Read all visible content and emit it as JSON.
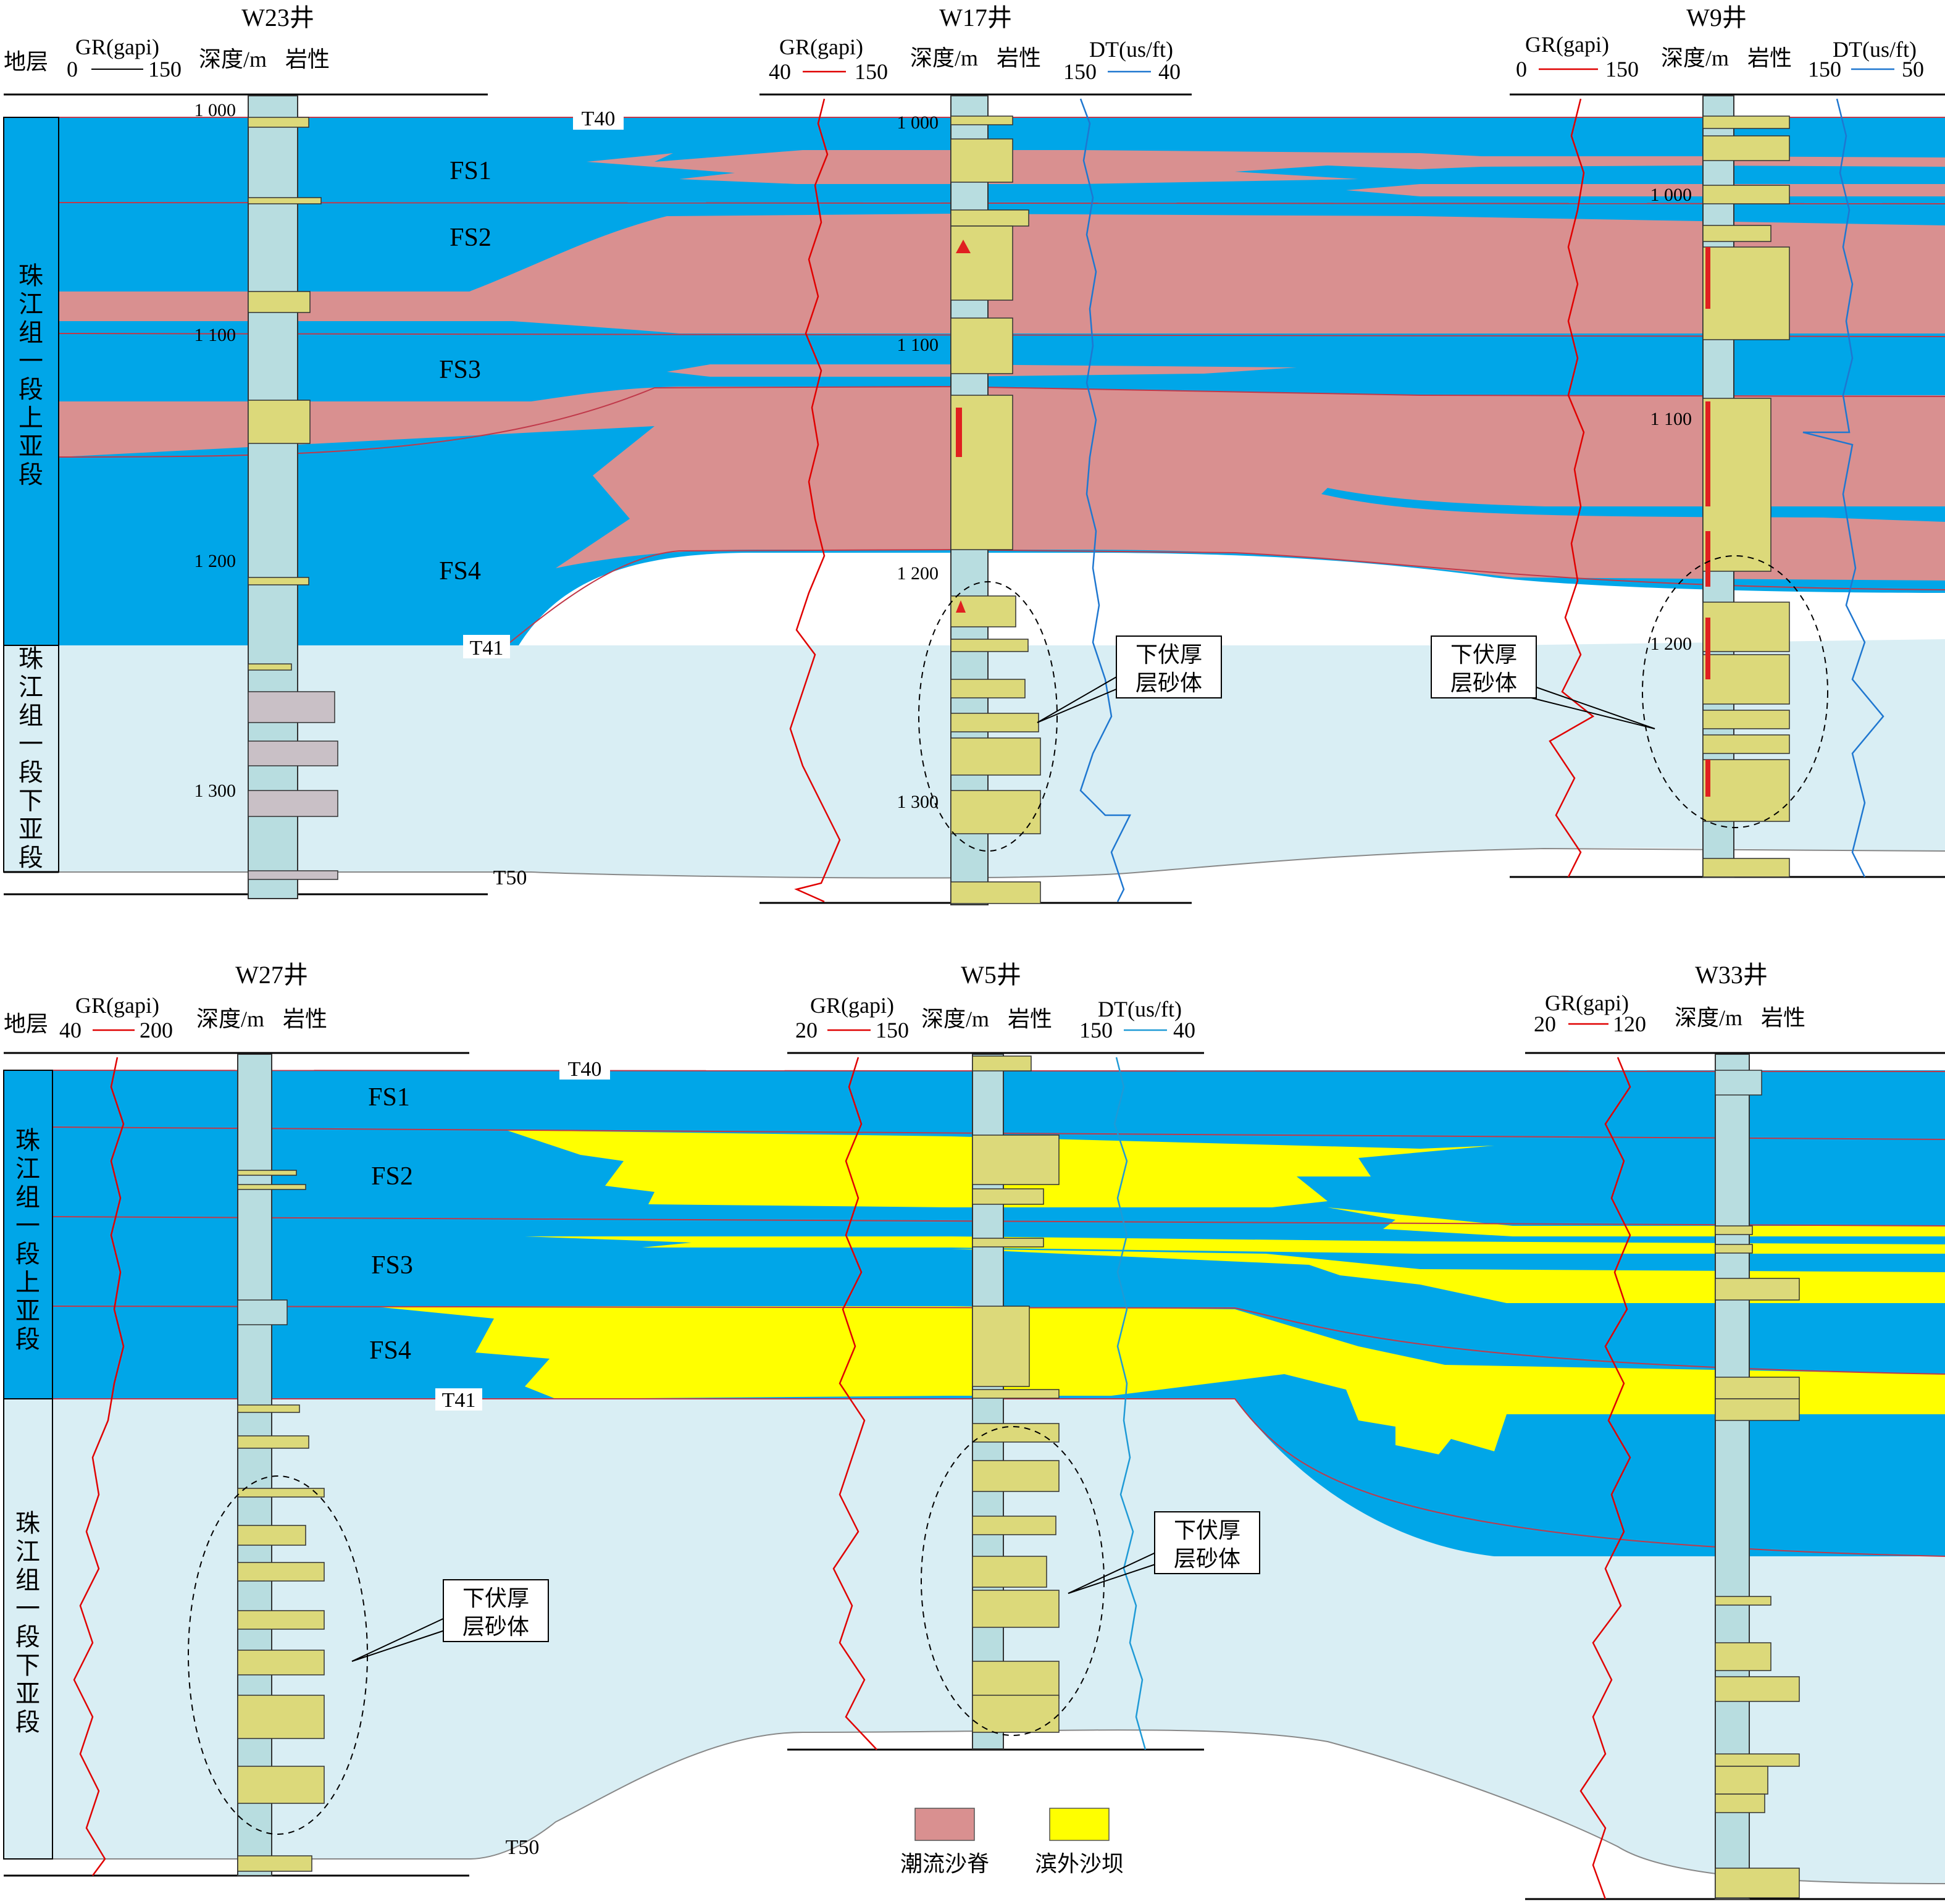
{
  "panels": [
    {
      "id": "top",
      "wells": [
        {
          "name": "W23井",
          "curves": [
            {
              "name": "GR(gapi)",
              "min": "0",
              "max": "150",
              "color": "#000000"
            }
          ],
          "col_labels": [
            "深度/m",
            "岩性"
          ],
          "depths": [
            "1 000",
            "1 100",
            "1 200",
            "1 300"
          ]
        },
        {
          "name": "W17井",
          "curves": [
            {
              "name": "GR(gapi)",
              "min": "40",
              "max": "150",
              "color": "#e00000"
            },
            {
              "name": "DT(us/ft)",
              "min": "150",
              "max": "40",
              "color": "#1f77d0"
            }
          ],
          "col_labels": [
            "深度/m",
            "岩性"
          ],
          "depths": [
            "1 000",
            "1 100",
            "1 200",
            "1 300"
          ],
          "annotation": [
            "下伏厚",
            "层砂体"
          ]
        },
        {
          "name": "W9井",
          "curves": [
            {
              "name": "GR(gapi)",
              "min": "0",
              "max": "150",
              "color": "#e00000"
            },
            {
              "name": "DT(us/ft)",
              "min": "150",
              "max": "50",
              "color": "#1f77d0"
            }
          ],
          "col_labels": [
            "深度/m",
            "岩性"
          ],
          "depths": [
            "1 000",
            "1 100",
            "1 200"
          ],
          "annotation": [
            "下伏厚",
            "层砂体"
          ]
        }
      ],
      "strata_label": "地层",
      "strata": [
        "珠江组一段上亚段",
        "珠江组一段下亚段"
      ],
      "sequences": [
        "FS1",
        "FS2",
        "FS3",
        "FS4"
      ],
      "markers": [
        "T40",
        "T41",
        "T50"
      ]
    },
    {
      "id": "bottom",
      "wells": [
        {
          "name": "W27井",
          "curves": [
            {
              "name": "GR(gapi)",
              "min": "40",
              "max": "200",
              "color": "#e00000"
            }
          ],
          "col_labels": [
            "深度/m",
            "岩性"
          ],
          "annotation": [
            "下伏厚",
            "层砂体"
          ]
        },
        {
          "name": "W5井",
          "curves": [
            {
              "name": "GR(gapi)",
              "min": "20",
              "max": "150",
              "color": "#e00000"
            },
            {
              "name": "DT(us/ft)",
              "min": "150",
              "max": "40",
              "color": "#1f9ad6"
            }
          ],
          "col_labels": [
            "深度/m",
            "岩性"
          ],
          "annotation": [
            "下伏厚",
            "层砂体"
          ]
        },
        {
          "name": "W33井",
          "curves": [
            {
              "name": "GR(gapi)",
              "min": "20",
              "max": "120",
              "color": "#e00000"
            }
          ],
          "col_labels": [
            "深度/m",
            "岩性"
          ]
        }
      ],
      "strata_label": "地层",
      "strata": [
        "珠江组一段上亚段",
        "珠江组一段下亚段"
      ],
      "sequences": [
        "FS1",
        "FS2",
        "FS3",
        "FS4"
      ],
      "markers": [
        "T40",
        "T41",
        "T50"
      ]
    }
  ],
  "legend": [
    {
      "label": "潮流沙脊",
      "color": "#d99090"
    },
    {
      "label": "滨外沙坝",
      "color": "#ffff00"
    }
  ],
  "colors": {
    "blue": "#00a6e8",
    "light": "#d9eef4",
    "pink": "#d99090",
    "yellow": "#ffff00",
    "sand": "#dcd97a",
    "shale": "#b8dde0"
  }
}
